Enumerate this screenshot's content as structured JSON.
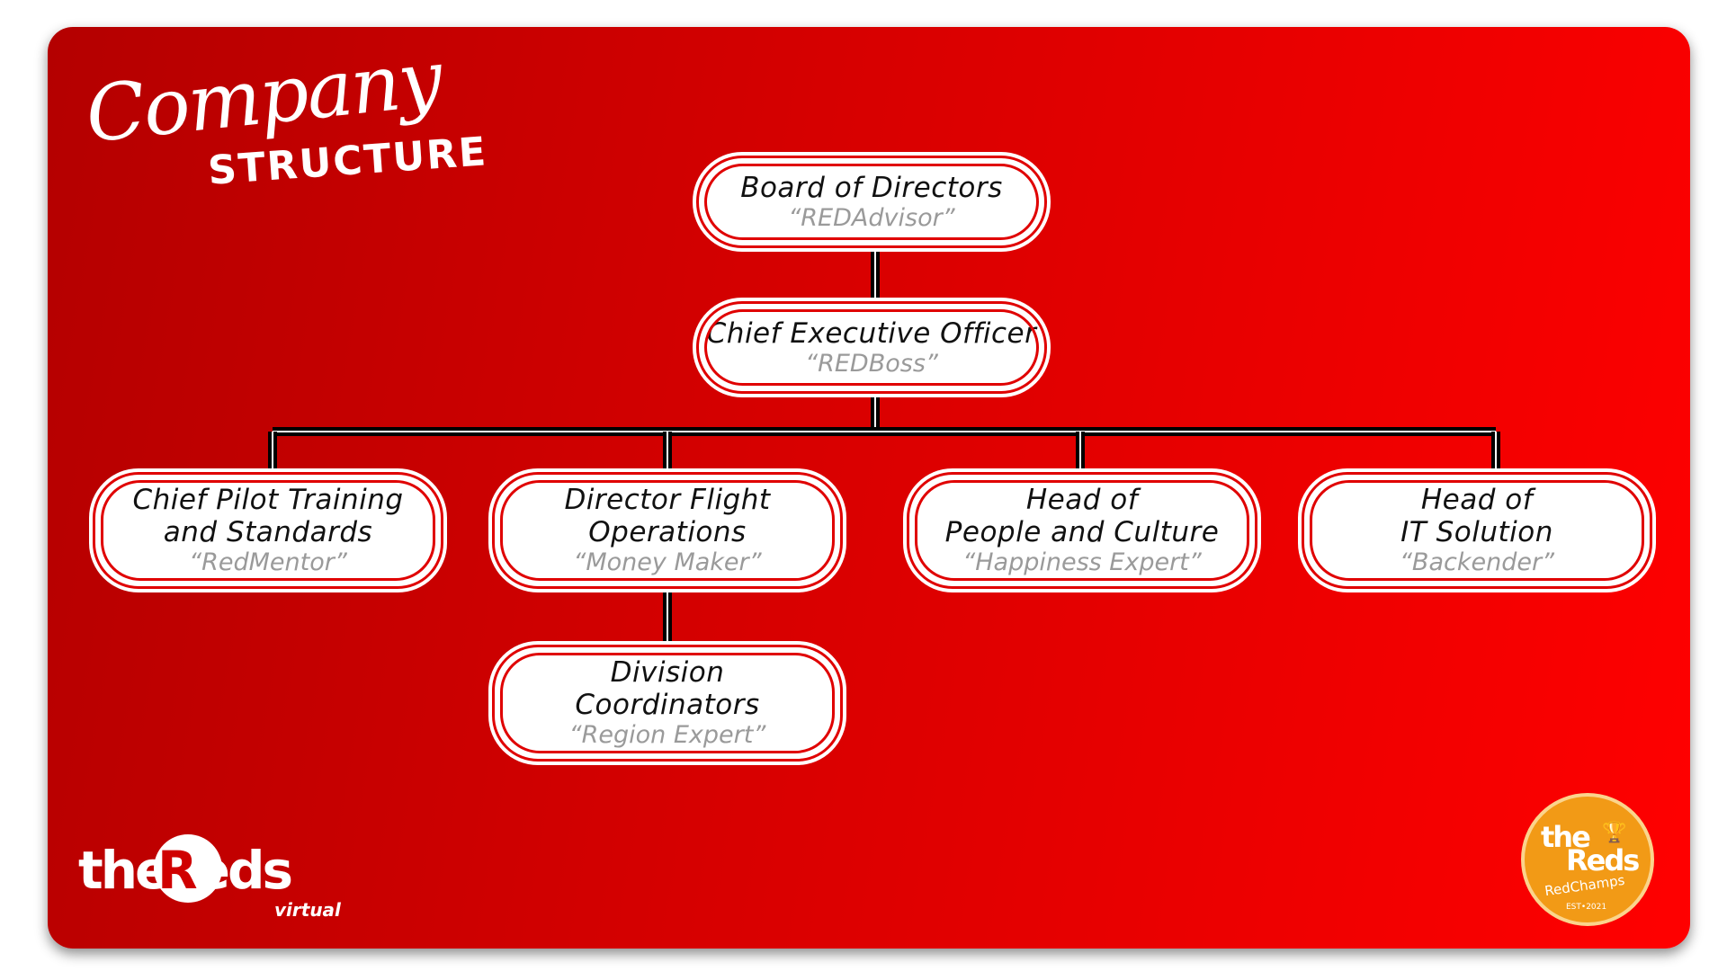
{
  "header": {
    "title_script": "Company",
    "title_caps": "STRUCTURE"
  },
  "nodes": {
    "board": {
      "title": "Board of Directors",
      "role": "“REDAdvisor”"
    },
    "ceo": {
      "title": "Chief Executive Officer",
      "role": "“REDBoss”"
    },
    "chief_pilot": {
      "title": "Chief Pilot Training\nand Standards",
      "role": "“RedMentor”"
    },
    "director_flight": {
      "title": "Director Flight\nOperations",
      "role": "“Money Maker”"
    },
    "head_people": {
      "title": "Head of\nPeople and Culture",
      "role": "“Happiness Expert”"
    },
    "head_it": {
      "title": "Head of\nIT Solution",
      "role": "“Backender”"
    },
    "division": {
      "title": "Division\nCoordinators",
      "role": "“Region Expert”"
    }
  },
  "brand": {
    "the": "the",
    "reds_first": "R",
    "reds_rest": "eds",
    "virtual": "virtual"
  },
  "badge": {
    "the": "the",
    "reds": "Reds",
    "sub": "RedChamps",
    "est": "EST•2021",
    "trophy_icon": "trophy-icon"
  },
  "colors": {
    "background_dark": "#b40000",
    "background_light": "#ff0000",
    "node_border": "#e00000",
    "badge": "#f29a16"
  }
}
